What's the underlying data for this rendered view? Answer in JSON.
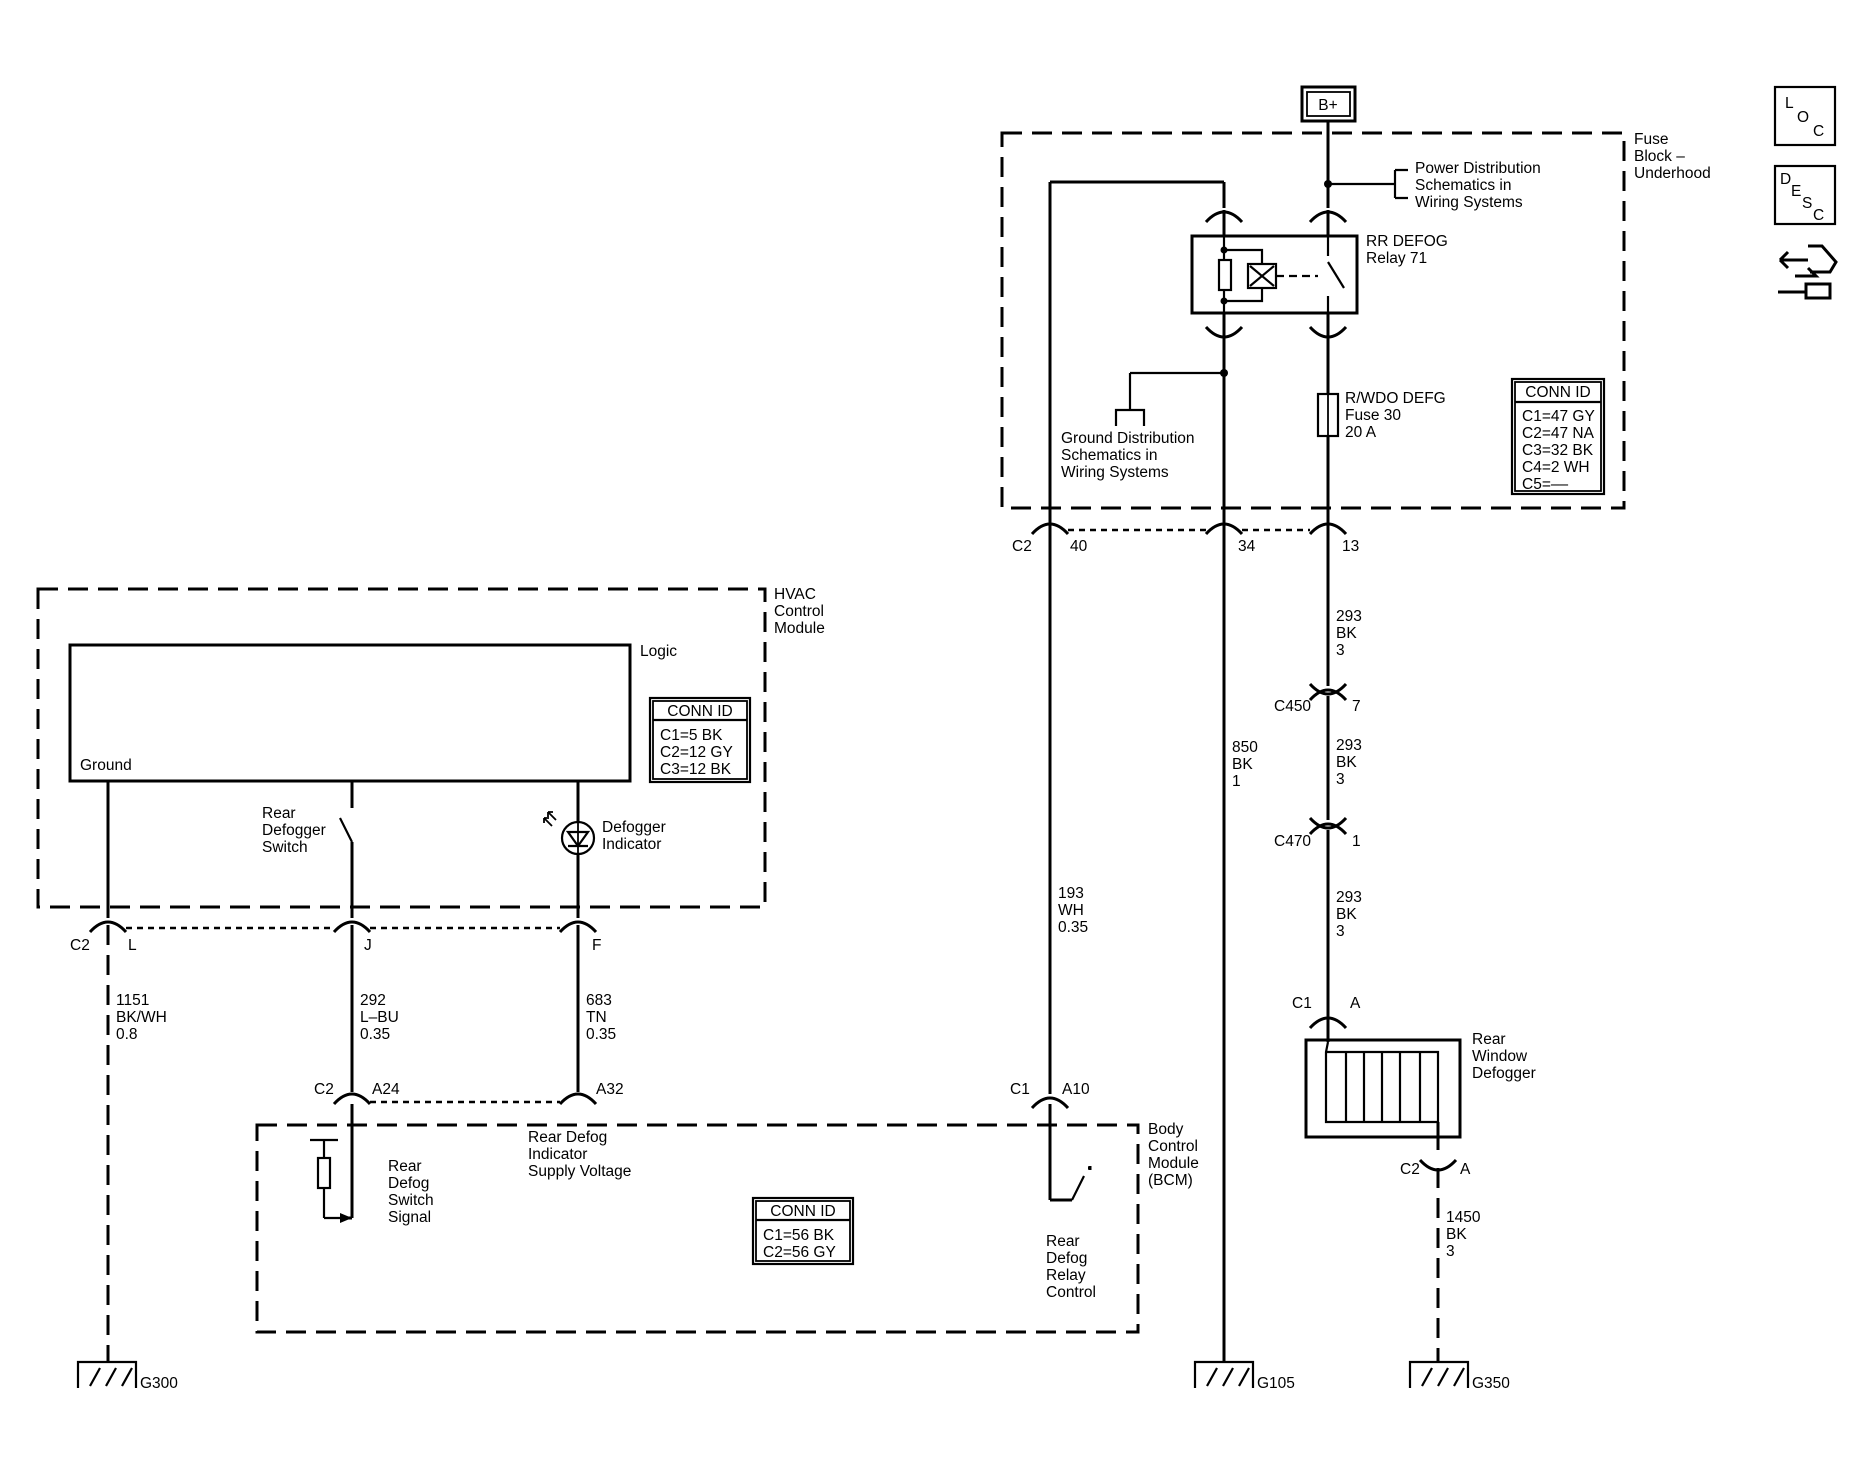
{
  "power": {
    "source": "B+"
  },
  "fuse_block": {
    "title": [
      "Fuse",
      "Block –",
      "Underhood"
    ],
    "power_dist": [
      "Power Distribution",
      "Schematics in",
      "Wiring Systems"
    ],
    "ground_dist": [
      "Ground Distribution",
      "Schematics in",
      "Wiring Systems"
    ],
    "relay": [
      "RR DEFOG",
      "Relay 71"
    ],
    "fuse": [
      "R/WDO DEFG",
      "Fuse 30",
      "20 A"
    ],
    "conn_title": "CONN ID",
    "conn_rows": [
      "C1=47 GY",
      "C2=47 NA",
      "C3=32 BK",
      "C4=2 WH",
      "C5=––"
    ],
    "pins": {
      "conn": "C2",
      "p40": "40",
      "p34": "34",
      "p13": "13"
    }
  },
  "hvac": {
    "title": [
      "HVAC",
      "Control",
      "Module"
    ],
    "logic": "Logic",
    "ground": "Ground",
    "switch": [
      "Rear",
      "Defogger",
      "Switch"
    ],
    "indicator": [
      "Defogger",
      "Indicator"
    ],
    "conn_title": "CONN ID",
    "conn_rows": [
      "C1=5 BK",
      "C2=12 GY",
      "C3=12 BK"
    ],
    "pins": {
      "conn": "C2",
      "l": "L",
      "j": "J",
      "f": "F"
    }
  },
  "bcm": {
    "title": [
      "Body",
      "Control",
      "Module",
      "(BCM)"
    ],
    "switch_signal": [
      "Rear",
      "Defog",
      "Switch",
      "Signal"
    ],
    "indicator_supply": [
      "Rear Defog",
      "Indicator",
      "Supply Voltage"
    ],
    "relay_control": [
      "Rear",
      "Defog",
      "Relay",
      "Control"
    ],
    "conn_title": "CONN ID",
    "conn_rows": [
      "C1=56 BK",
      "C2=56 GY"
    ],
    "pins": {
      "c2": "C2",
      "a24": "A24",
      "a32": "A32",
      "c1": "C1",
      "a10": "A10"
    }
  },
  "wires": {
    "w1151": [
      "1151",
      "BK/WH",
      "0.8"
    ],
    "w292": [
      "292",
      "L–BU",
      "0.35"
    ],
    "w683": [
      "683",
      "TN",
      "0.35"
    ],
    "w193": [
      "193",
      "WH",
      "0.35"
    ],
    "w850": [
      "850",
      "BK",
      "1"
    ],
    "w293a": [
      "293",
      "BK",
      "3"
    ],
    "w293b": [
      "293",
      "BK",
      "3"
    ],
    "w293c": [
      "293",
      "BK",
      "3"
    ],
    "w1450": [
      "1450",
      "BK",
      "3"
    ]
  },
  "inline_connectors": {
    "c450": {
      "name": "C450",
      "pin": "7"
    },
    "c470": {
      "name": "C470",
      "pin": "1"
    }
  },
  "defogger": {
    "label": [
      "Rear",
      "Window",
      "Defogger"
    ],
    "c1": "C1",
    "c1_pin": "A",
    "c2": "C2",
    "c2_pin": "A"
  },
  "grounds": {
    "g300": "G300",
    "g105": "G105",
    "g350": "G350"
  },
  "side_icons": {
    "loc": [
      "L",
      "O",
      "C"
    ],
    "desc": [
      "D",
      "E",
      "S",
      "C"
    ],
    "icons": [
      "loc-icon",
      "desc-icon",
      "connector-view-icon"
    ]
  }
}
